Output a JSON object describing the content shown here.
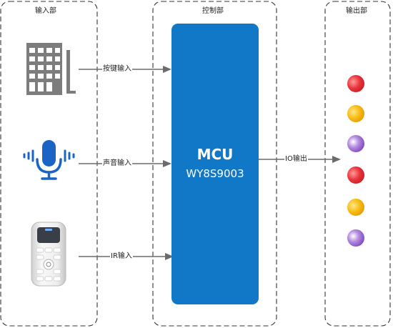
{
  "sections": {
    "input": "输入部",
    "control": "控制部",
    "output": "输出部"
  },
  "mcu": {
    "name": "MCU",
    "model": "WY8S9003"
  },
  "edges": {
    "key": "按键输入",
    "voice": "声音输入",
    "ir": "IR输入",
    "io": "IO输出"
  },
  "icons": {
    "keypad": "keypad-icon",
    "microphone": "microphone-icon",
    "remote": "remote-control-icon"
  },
  "colors": {
    "mcu": "#1178c8",
    "keypad": "#7d7d7d",
    "microphone": "#1a64c6",
    "arrow": "#6b6b6b",
    "led_red": "#e8343a",
    "led_yellow": "#f5b800",
    "led_purple": "#8a5cc8"
  },
  "leds": [
    "red",
    "yellow",
    "purple",
    "red",
    "yellow",
    "purple"
  ]
}
